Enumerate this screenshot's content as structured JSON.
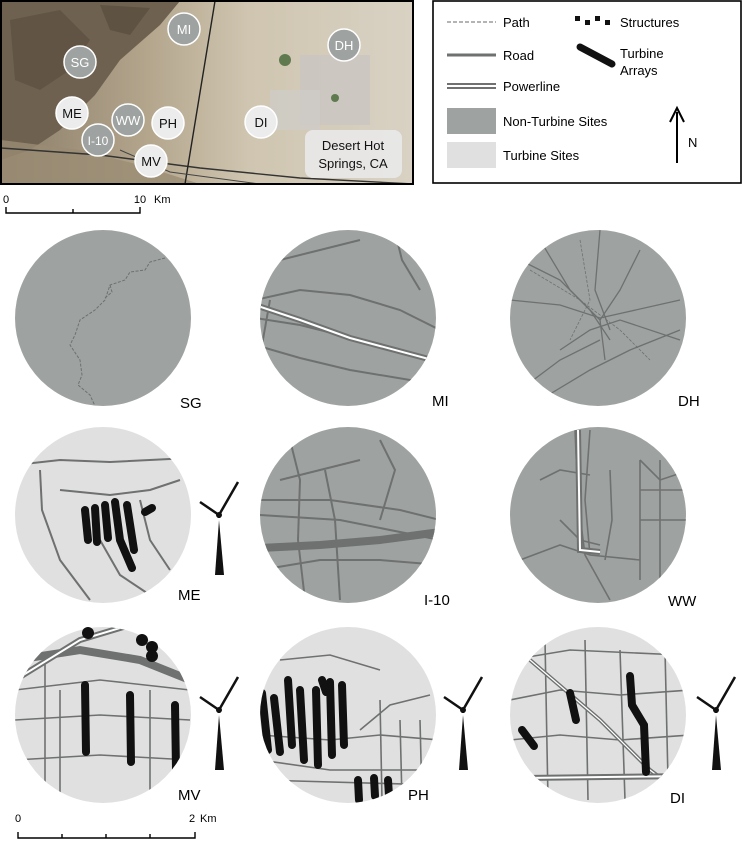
{
  "overview": {
    "site_labels": [
      {
        "id": "MI",
        "type": "non-turbine"
      },
      {
        "id": "SG",
        "type": "non-turbine"
      },
      {
        "id": "DH",
        "type": "non-turbine"
      },
      {
        "id": "ME",
        "type": "turbine"
      },
      {
        "id": "WW",
        "type": "non-turbine"
      },
      {
        "id": "PH",
        "type": "turbine"
      },
      {
        "id": "I-10",
        "type": "non-turbine"
      },
      {
        "id": "DI",
        "type": "turbine"
      },
      {
        "id": "MV",
        "type": "turbine"
      }
    ],
    "town_label_line1": "Desert Hot",
    "town_label_line2": "Springs, CA",
    "scale": {
      "start": "0",
      "end": "10",
      "unit": "Km"
    }
  },
  "legend": {
    "path": "Path",
    "road": "Road",
    "powerline": "Powerline",
    "structures": "Structures",
    "turbine_arrays_line1": "Turbine",
    "turbine_arrays_line2": "Arrays",
    "non_turbine_sites": "Non-Turbine Sites",
    "turbine_sites": "Turbine Sites",
    "north": "N",
    "colors": {
      "non_turbine": "#9ea2a0",
      "turbine": "#e0e0e0",
      "road": "#6e7170",
      "turbine_array": "#111111"
    }
  },
  "sites": [
    {
      "id": "SG",
      "type": "non-turbine",
      "turbine_icon": false
    },
    {
      "id": "MI",
      "type": "non-turbine",
      "turbine_icon": false
    },
    {
      "id": "DH",
      "type": "non-turbine",
      "turbine_icon": false
    },
    {
      "id": "ME",
      "type": "turbine",
      "turbine_icon": true
    },
    {
      "id": "I-10",
      "type": "non-turbine",
      "turbine_icon": false
    },
    {
      "id": "WW",
      "type": "non-turbine",
      "turbine_icon": false
    },
    {
      "id": "MV",
      "type": "turbine",
      "turbine_icon": true
    },
    {
      "id": "PH",
      "type": "turbine",
      "turbine_icon": true
    },
    {
      "id": "DI",
      "type": "turbine",
      "turbine_icon": true
    }
  ],
  "bottom_scale": {
    "start": "0",
    "end": "2",
    "unit": "Km"
  }
}
